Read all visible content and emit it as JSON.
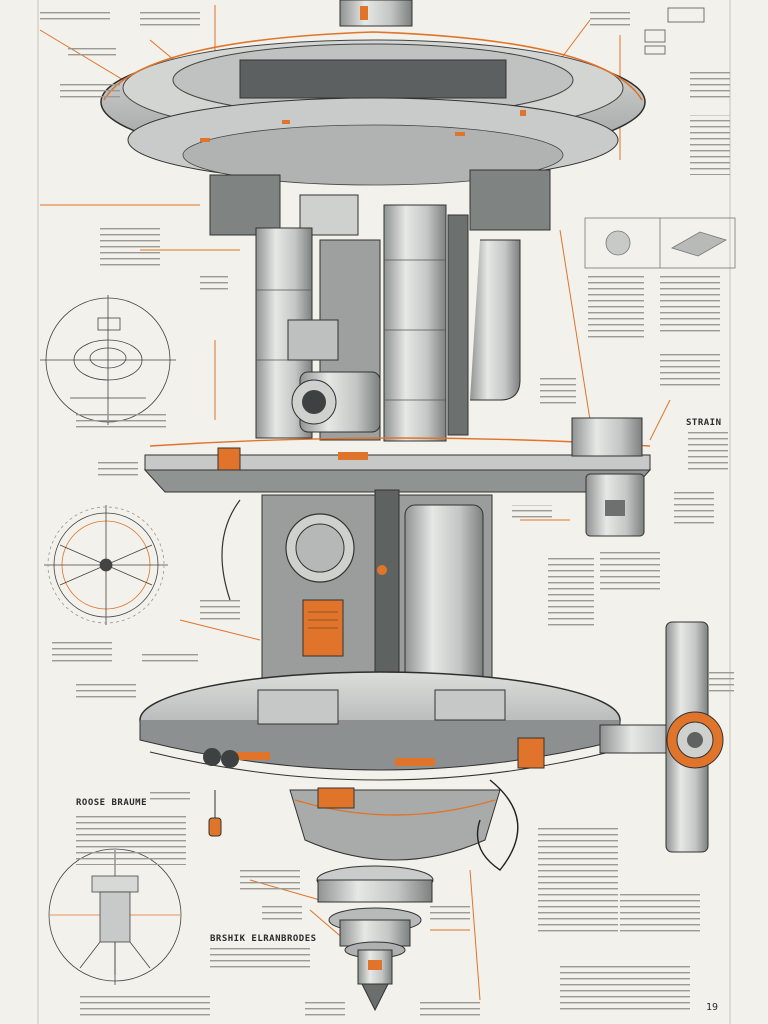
{
  "headings": {
    "side_section": "STRAIN",
    "lower_left_section": "ROOSE BRAUME",
    "lower_center_section": "BRSHIK ELRANBRODES"
  },
  "page_number": "19",
  "colors": {
    "paper": "#f2f1eb",
    "metal": "#c9ccca",
    "metal_dark": "#8d9090",
    "ink": "#2b2b2b",
    "accent_orange": "#e0742a"
  }
}
